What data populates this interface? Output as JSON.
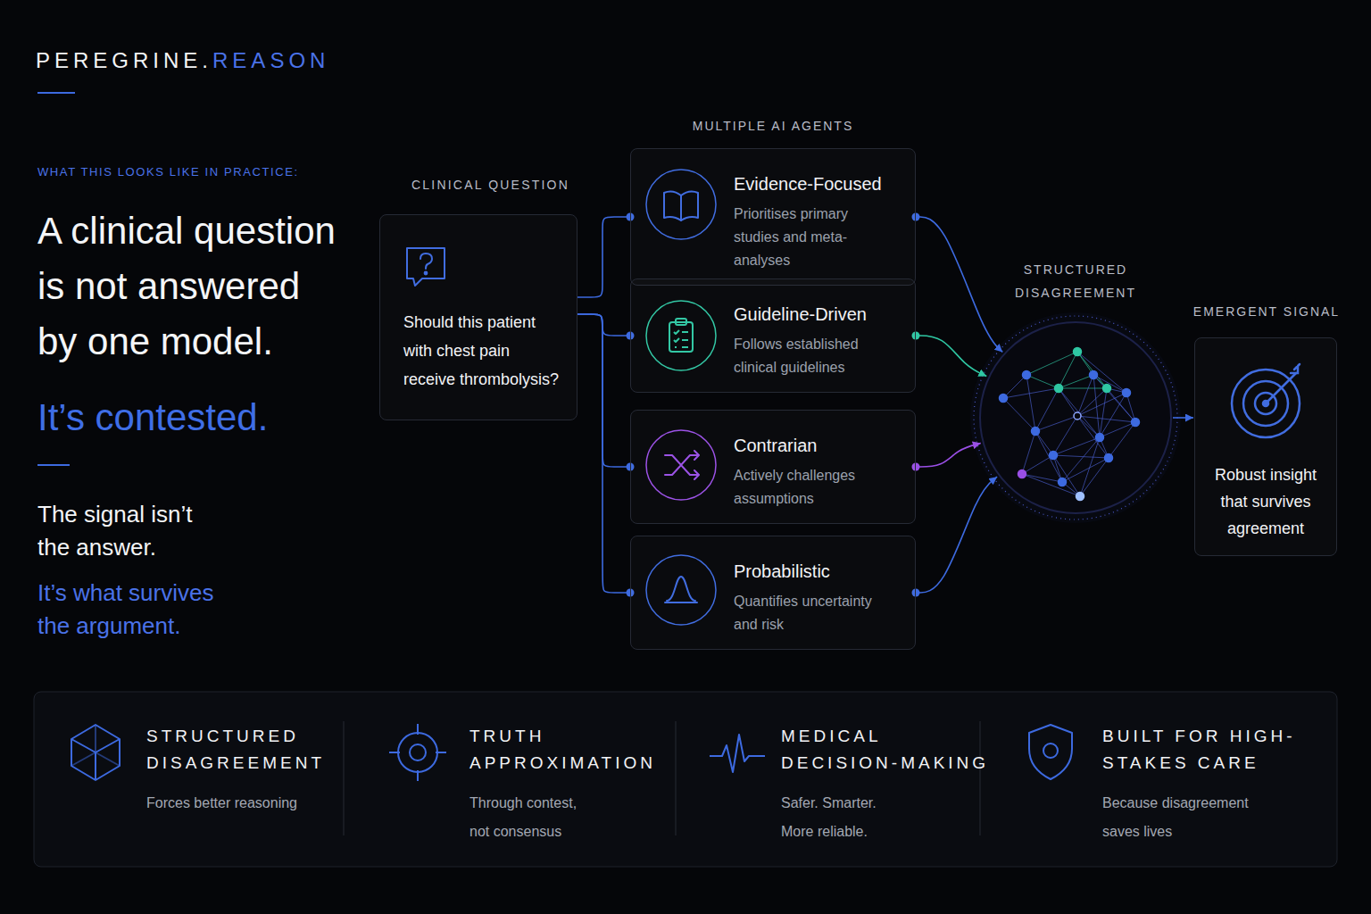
{
  "diagram": {
    "nodes": [
      {
        "text": [
          "CLINICAL QUESTION",
          "Should this patient with chest pain receive thrombolysis?"
        ]
      },
      {
        "text": [
          "Evidence-Focused",
          "Prioritises primary studies and meta-analyses"
        ]
      },
      {
        "text": [
          "Guideline-Driven",
          "Follows established clinical guidelines"
        ]
      },
      {
        "text": [
          "Contrarian",
          "Actively challenges assumptions"
        ]
      },
      {
        "text": [
          "Probabilistic",
          "Quantifies uncertainty and risk"
        ]
      },
      {
        "text": [
          "STRUCTURED DISAGREEMENT"
        ]
      },
      {
        "text": [
          "EMERGENT SIGNAL",
          "Robust insight that survives agreement"
        ]
      }
    ],
    "edges": [
      {
        "from": 0,
        "to": 1,
        "arrow": "none"
      },
      {
        "from": 0,
        "to": 2,
        "arrow": "none"
      },
      {
        "from": 0,
        "to": 3,
        "arrow": "none"
      },
      {
        "from": 0,
        "to": 4,
        "arrow": "none"
      },
      {
        "from": 1,
        "to": 5,
        "arrow": "to"
      },
      {
        "from": 2,
        "to": 5,
        "arrow": "to"
      },
      {
        "from": 3,
        "to": 5,
        "arrow": "to"
      },
      {
        "from": 4,
        "to": 5,
        "arrow": "to"
      },
      {
        "from": 5,
        "to": 6,
        "arrow": "to"
      }
    ],
    "labels": [
      "PEREGRINE.",
      "REASON",
      "WHAT THIS LOOKS LIKE IN PRACTICE:",
      "A clinical question is not answered by one model.",
      "It’s contested.",
      "The signal isn’t the answer.",
      "It’s what survives the argument.",
      "MULTIPLE AI AGENTS",
      "STRUCTURED DISAGREEMENT",
      "Forces better reasoning",
      "TRUTH APPROXIMATION",
      "Through contest, not consensus",
      "MEDICAL DECISION-MAKING",
      "Safer. Smarter. More reliable.",
      "BUILT FOR HIGH-STAKES CARE",
      "Because disagreement saves lives"
    ]
  }
}
